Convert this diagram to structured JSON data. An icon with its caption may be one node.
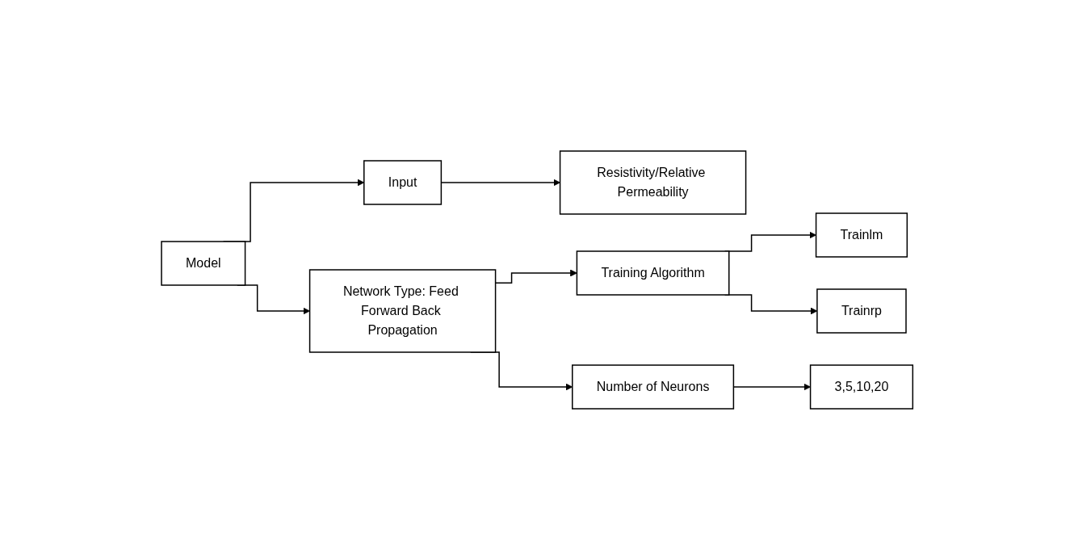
{
  "diagram": {
    "nodes": [
      {
        "text": [
          "Model"
        ]
      },
      {
        "text": [
          "Input"
        ]
      },
      {
        "text": [
          "Resistivity/Relative Permeability"
        ]
      },
      {
        "text": [
          "Network Type: Feed Forward Back Propagation"
        ]
      },
      {
        "text": [
          "Training Algorithm"
        ]
      },
      {
        "text": [
          "Trainlm"
        ]
      },
      {
        "text": [
          "Trainrp"
        ]
      },
      {
        "text": [
          "Number of Neurons"
        ]
      },
      {
        "text": [
          "3,5,10,20"
        ]
      }
    ],
    "edges": [
      {
        "from": 0,
        "to": 1,
        "arrow": "to"
      },
      {
        "from": 0,
        "to": 3,
        "arrow": "to"
      },
      {
        "from": 1,
        "to": 2,
        "arrow": "to"
      },
      {
        "from": 3,
        "to": 4,
        "arrow": "to"
      },
      {
        "from": 3,
        "to": 7,
        "arrow": "to"
      },
      {
        "from": 4,
        "to": 5,
        "arrow": "to"
      },
      {
        "from": 4,
        "to": 6,
        "arrow": "to"
      },
      {
        "from": 7,
        "to": 8,
        "arrow": "to"
      }
    ]
  }
}
